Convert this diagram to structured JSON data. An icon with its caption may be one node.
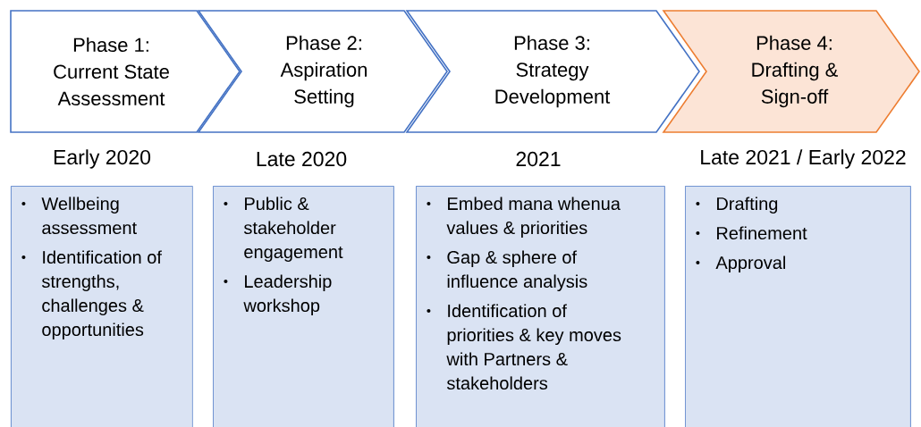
{
  "diagram": {
    "nodes": [
      {
        "text": [
          "Phase 1: Current State Assessment"
        ],
        "beside": [
          "Early 2020"
        ]
      },
      {
        "text": [
          "Phase 2: Aspiration Setting"
        ],
        "beside": [
          "Late 2020"
        ]
      },
      {
        "text": [
          "Phase 3: Strategy Development"
        ],
        "beside": [
          "2021"
        ]
      },
      {
        "text": [
          "Phase 4: Drafting & Sign-off"
        ],
        "beside": [
          "Late 2021 / Early 2022"
        ]
      },
      {
        "text": [
          "Wellbeing assessment",
          "Identification of strengths, challenges & opportunities"
        ]
      },
      {
        "text": [
          "Public & stakeholder engagement",
          "Leadership workshop"
        ]
      },
      {
        "text": [
          "Embed mana whenua values & priorities",
          "Gap & sphere of influence analysis",
          "Identification of priorities & key moves with Partners & stakeholders"
        ]
      },
      {
        "text": [
          "Drafting",
          "Refinement",
          "Approval"
        ]
      }
    ]
  }
}
